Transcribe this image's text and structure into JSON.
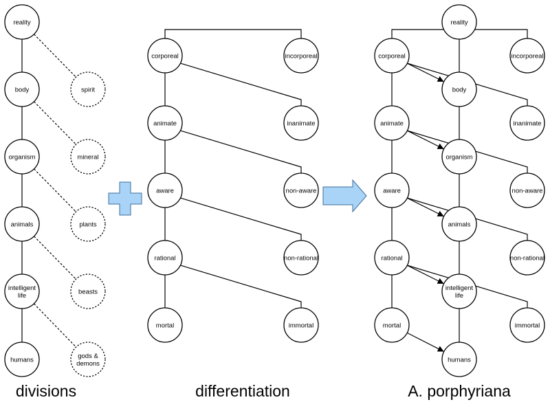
{
  "captions": {
    "divisions": "divisions",
    "differentiation": "differentiation",
    "porphyriana": "A. porphyriana"
  },
  "colors": {
    "accent": "#a9d3f7",
    "accent_stroke": "#3f6f9c"
  },
  "icons": {
    "plus": "plus-icon",
    "arrow": "right-arrow-icon"
  },
  "divisions": {
    "chain": [
      "reality",
      "body",
      "organism",
      "animals",
      "intelligent life",
      "humans"
    ],
    "branches": [
      "spirit",
      "mineral",
      "plants",
      "beasts",
      "gods & demons"
    ]
  },
  "differentiation": {
    "root": "",
    "left": [
      "corporeal",
      "animate",
      "aware",
      "rational",
      "mortal"
    ],
    "right": [
      "incorporeal",
      "inanimate",
      "non-aware",
      "non-rational",
      "immortal"
    ]
  },
  "porphyriana": {
    "center": [
      "reality",
      "body",
      "organism",
      "animals",
      "intelligent life",
      "humans"
    ],
    "left": [
      "corporeal",
      "animate",
      "aware",
      "rational",
      "mortal"
    ],
    "right": [
      "incorporeal",
      "inanimate",
      "non-aware",
      "non-rational",
      "immortal"
    ]
  }
}
